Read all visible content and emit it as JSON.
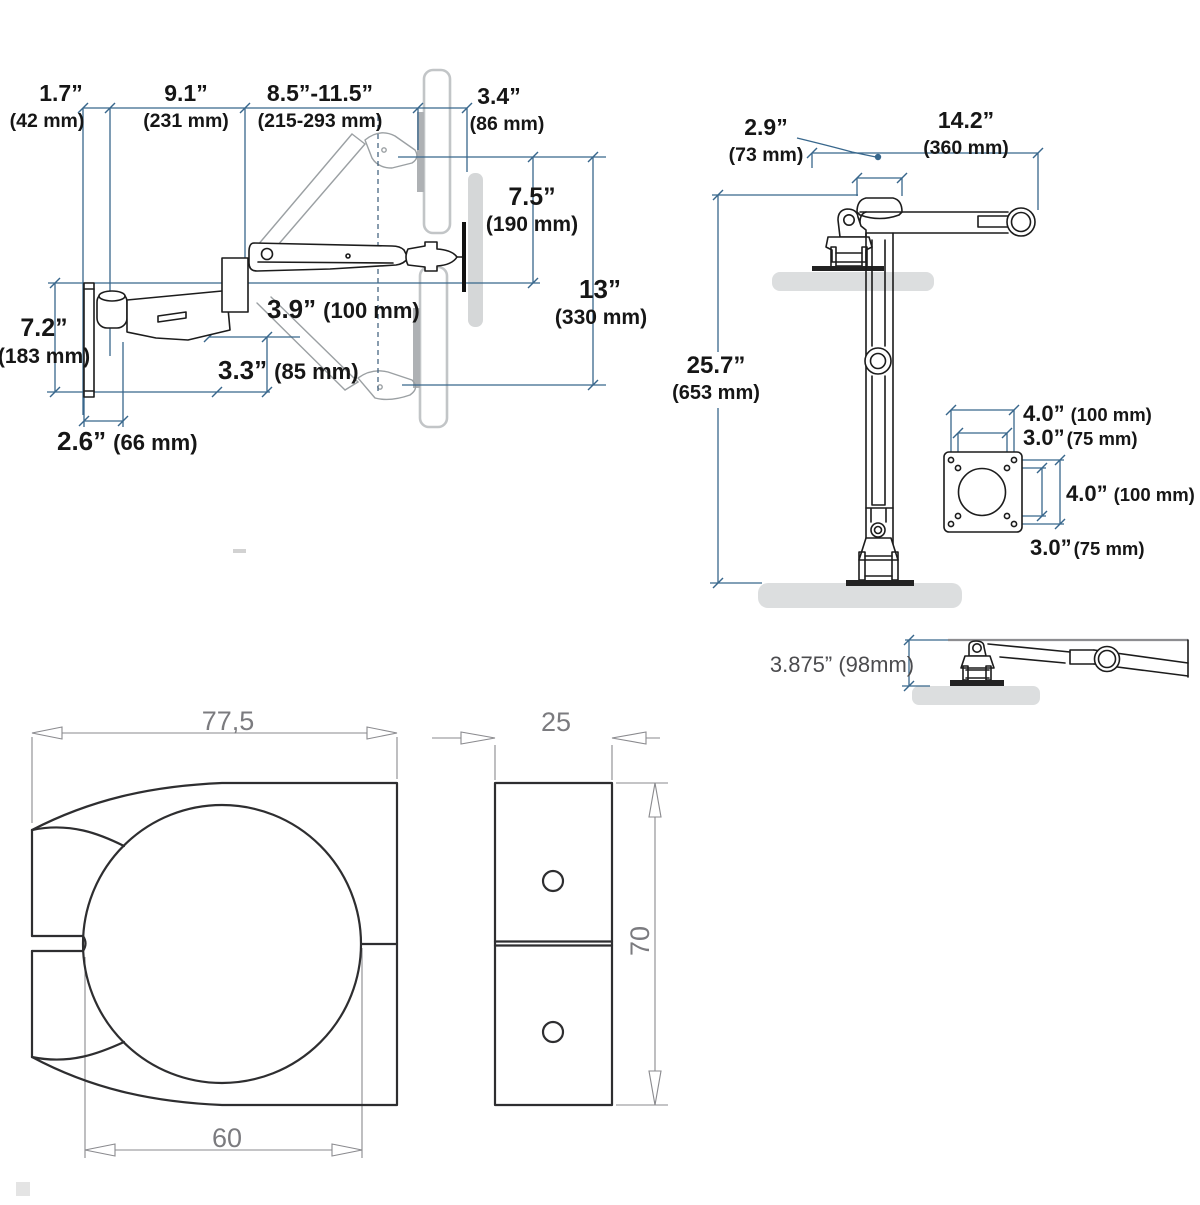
{
  "figure": {
    "type": "technical-dimension-drawing",
    "subject": "monitor arm mounting dimensions"
  },
  "colors": {
    "dimension_blue": "#38678C",
    "drawing_black": "#1c1c1c",
    "ghost_gray": "#9ba0a3",
    "silhouette_gray": "#d5d7d8",
    "cad_gray": "#7b7b7f"
  },
  "wall_arm": {
    "d_wall_offset": {
      "in": "1.7”",
      "mm": "(42 mm)"
    },
    "d_arm_span": {
      "in": "9.1”",
      "mm": "(231 mm)"
    },
    "d_height_range": {
      "in": "8.5”-11.5”",
      "mm": "(215-293 mm)"
    },
    "d_folded": {
      "in": "3.4”",
      "mm": "(86 mm)"
    },
    "d_raise": {
      "in": "7.5”",
      "mm": "(190 mm)"
    },
    "d_total_range": {
      "in": "13”",
      "mm": "(330 mm)"
    },
    "d_plate_height": {
      "in": "7.2”",
      "mm": "(183 mm)"
    },
    "d_vesa_offset": {
      "in": "3.9”",
      "mm": "(100 mm)"
    },
    "d_lower": {
      "in": "3.3”",
      "mm": "(85 mm)"
    },
    "d_plate_depth": {
      "in": "2.6”",
      "mm": "(66 mm)"
    }
  },
  "desk_pole": {
    "d_cap": {
      "in": "2.9”",
      "mm": "(73 mm)"
    },
    "d_arm": {
      "in": "14.2”",
      "mm": "(360 mm)"
    },
    "d_pole": {
      "in": "25.7”",
      "mm": "(653 mm)"
    },
    "d_folded_profile": "3.875” (98mm)",
    "vesa": {
      "d_width_100": {
        "in": "4.0”",
        "mm": "(100 mm)"
      },
      "d_width_75": {
        "in": "3.0”",
        "mm": "(75 mm)"
      },
      "d_height_100": {
        "in": "4.0”",
        "mm": "(100 mm)"
      },
      "d_height_75": {
        "in": "3.0”",
        "mm": "(75 mm)"
      }
    }
  },
  "clamp_views": {
    "top": {
      "d_outer": "77,5",
      "d_bore": "60"
    },
    "side": {
      "d_width": "25",
      "d_height": "70"
    }
  }
}
